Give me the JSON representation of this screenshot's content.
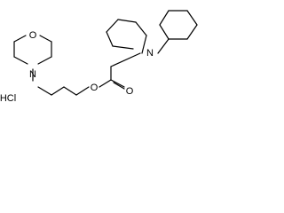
{
  "molecule": {
    "atoms": {
      "ring_oxygen": "O",
      "morpholine_nitrogen": "N",
      "ester_oxygen": "O",
      "carbonyl_oxygen": "O",
      "amide_nitrogen": "N"
    },
    "salt": "HCl"
  }
}
